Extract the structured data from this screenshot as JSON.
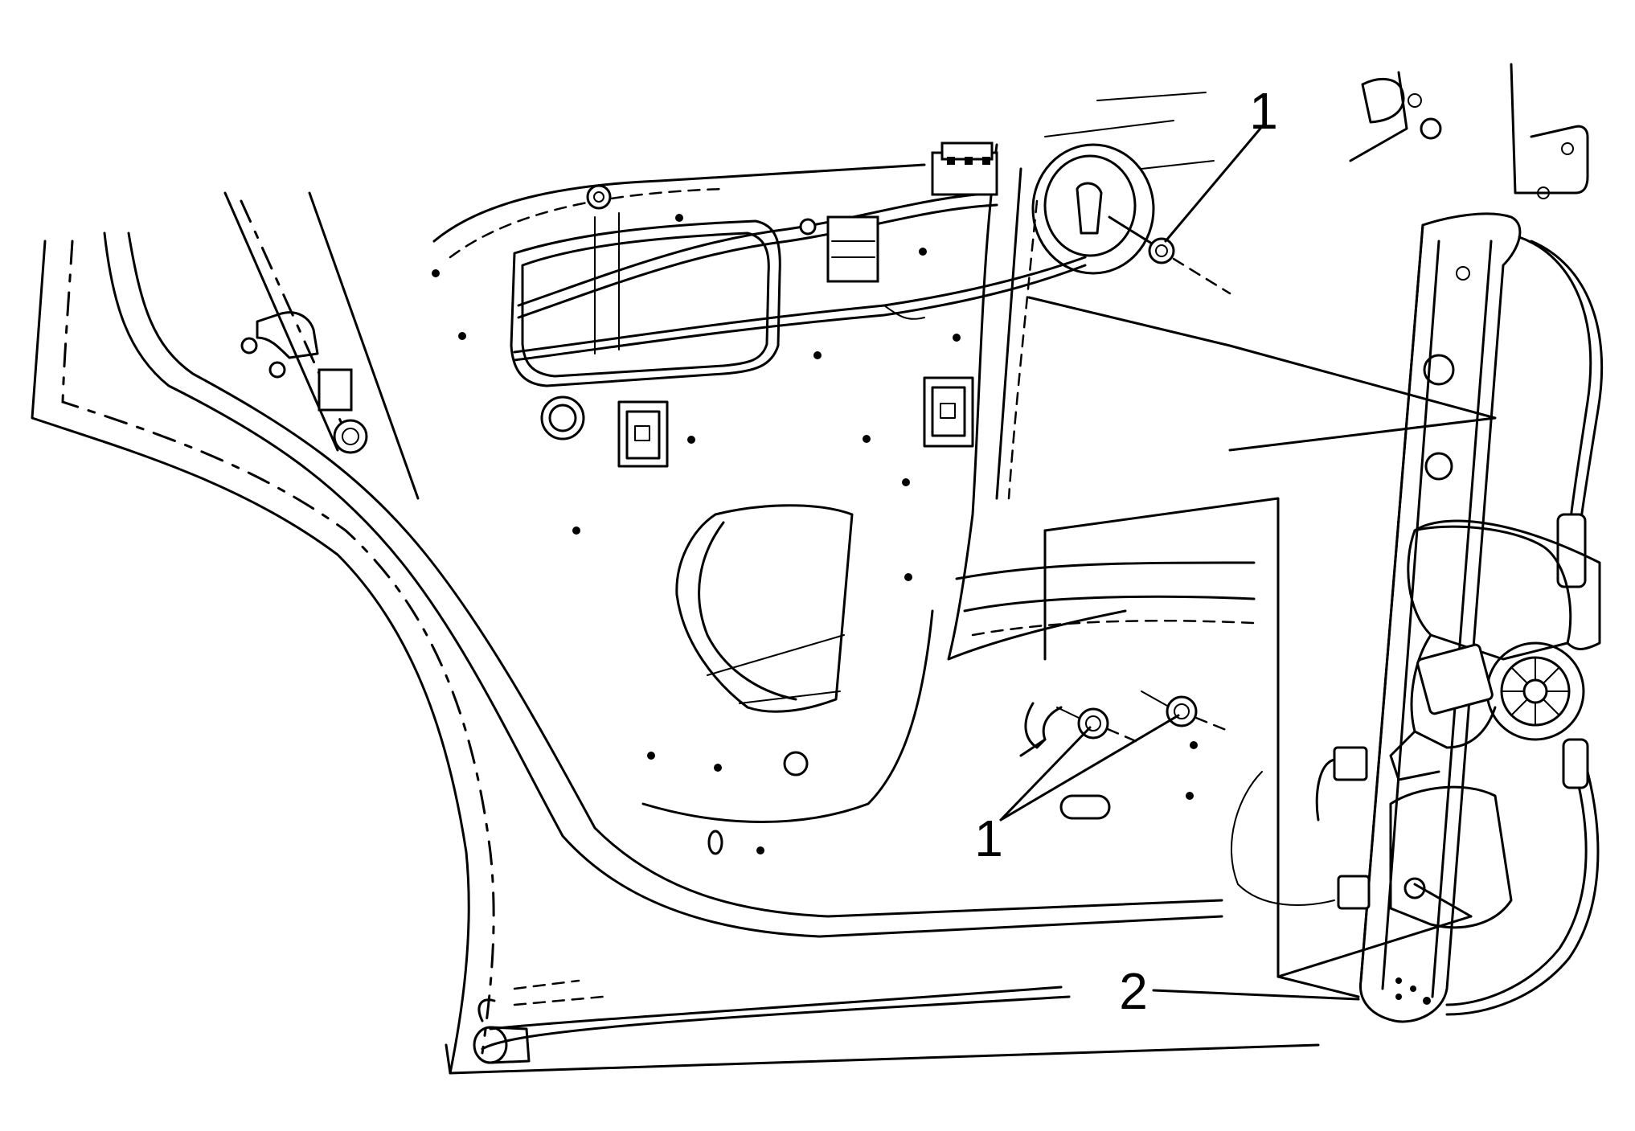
{
  "callouts": [
    {
      "id": "top",
      "text": "1"
    },
    {
      "id": "middle",
      "text": "1"
    },
    {
      "id": "bottom",
      "text": "2"
    }
  ]
}
